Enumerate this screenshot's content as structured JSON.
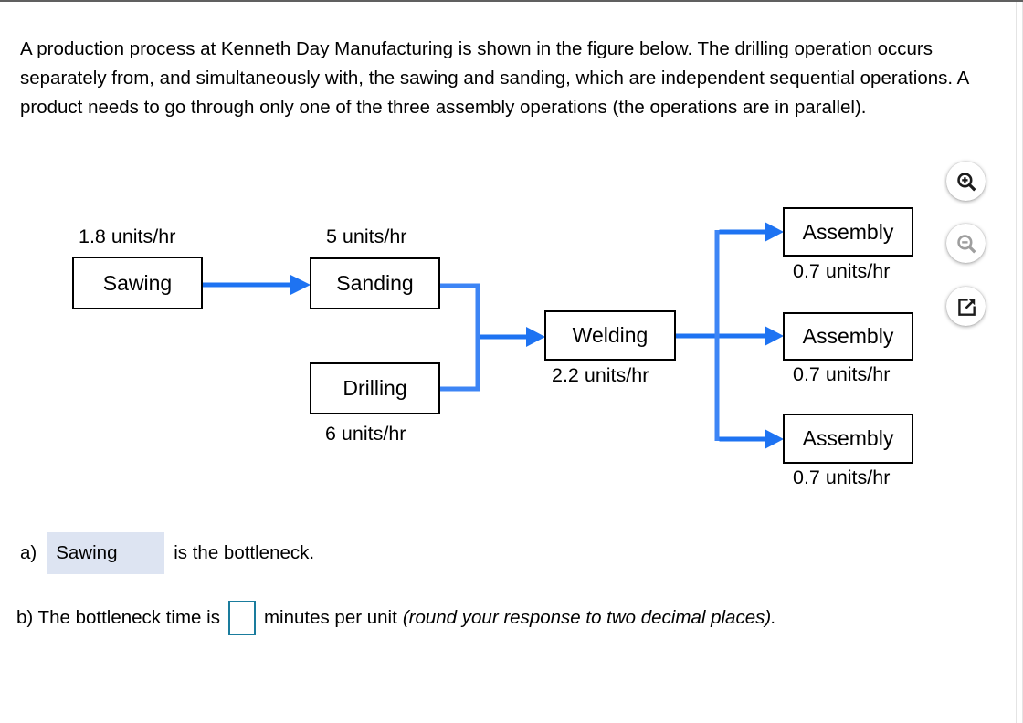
{
  "page": {
    "intro": "A production process at Kenneth Day Manufacturing is shown in the figure below. The drilling operation occurs separately from, and simultaneously with, the sawing and sanding, which are independent sequential operations. A product needs to go through only one of the three assembly operations (the operations are in parallel)."
  },
  "diagram": {
    "nodes": [
      {
        "id": "sawing",
        "label": "Sawing",
        "rate": "1.8 units/hr",
        "rate_position": "above"
      },
      {
        "id": "sanding",
        "label": "Sanding",
        "rate": "5 units/hr",
        "rate_position": "above"
      },
      {
        "id": "drilling",
        "label": "Drilling",
        "rate": "6 units/hr",
        "rate_position": "below"
      },
      {
        "id": "welding",
        "label": "Welding",
        "rate": "2.2 units/hr",
        "rate_position": "below"
      },
      {
        "id": "assembly-top",
        "label": "Assembly",
        "rate": "0.7 units/hr",
        "rate_position": "below"
      },
      {
        "id": "assembly-middle",
        "label": "Assembly",
        "rate": "0.7 units/hr",
        "rate_position": "below"
      },
      {
        "id": "assembly-bottom",
        "label": "Assembly",
        "rate": "0.7 units/hr",
        "rate_position": "below"
      }
    ]
  },
  "toolbar": {
    "buttons": [
      {
        "icon": "zoom-in-icon",
        "state": "enabled"
      },
      {
        "icon": "zoom-out-icon",
        "state": "disabled"
      },
      {
        "icon": "open-in-new-icon",
        "state": "enabled"
      }
    ]
  },
  "answers": {
    "a_prefix": "a)",
    "a_selected": "Sawing",
    "a_suffix": "is the bottleneck.",
    "b_prefix": "b) The bottleneck time is",
    "b_value": "",
    "b_suffix": "minutes per unit",
    "b_note": "(round your response to two decimal places)."
  },
  "colors": {
    "line-blue": "#3d85f5",
    "arrow-blue": "#1e73f2",
    "chip-bg": "#dde4f2",
    "input-border": "#1a7c9d",
    "icon-dark": "#1c1c1c",
    "icon-gray": "#9e9e9e"
  }
}
